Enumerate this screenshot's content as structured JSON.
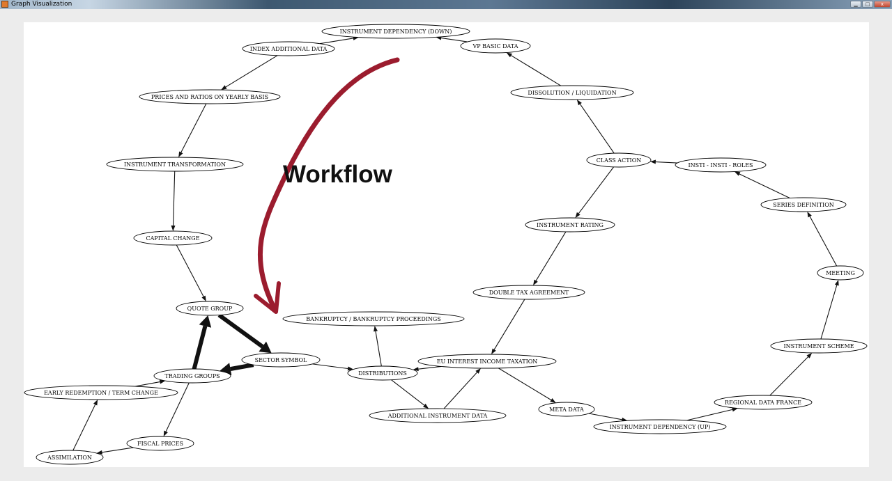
{
  "window": {
    "title": "Graph Visualization",
    "buttons": {
      "minimize": "▁",
      "maximize": "□",
      "close": "x"
    }
  },
  "annotation": {
    "text": "Workflow",
    "arrow_color": "#9b1c2e"
  },
  "edge_color": "#111111",
  "graph": {
    "nodes": [
      {
        "id": "instrument-dependency-down",
        "label": "INSTRUMENT DEPENDENCY (DOWN)"
      },
      {
        "id": "index-additional-data",
        "label": "INDEX ADDITIONAL DATA"
      },
      {
        "id": "vp-basic-data",
        "label": "VP BASIC DATA"
      },
      {
        "id": "prices-and-ratios",
        "label": "PRICES AND RATIOS ON YEARLY BASIS"
      },
      {
        "id": "dissolution-liquidation",
        "label": "DISSOLUTION / LIQUIDATION"
      },
      {
        "id": "instrument-transformation",
        "label": "INSTRUMENT TRANSFORMATION"
      },
      {
        "id": "class-action",
        "label": "CLASS ACTION"
      },
      {
        "id": "insti-roles",
        "label": "INSTI - INSTI - ROLES"
      },
      {
        "id": "series-definition",
        "label": "SERIES DEFINITION"
      },
      {
        "id": "instrument-rating",
        "label": "INSTRUMENT RATING"
      },
      {
        "id": "capital-change",
        "label": "CAPITAL CHANGE"
      },
      {
        "id": "meeting",
        "label": "MEETING"
      },
      {
        "id": "double-tax-agreement",
        "label": "DOUBLE TAX AGREEMENT"
      },
      {
        "id": "quote-group",
        "label": "QUOTE GROUP"
      },
      {
        "id": "bankruptcy",
        "label": "BANKRUPTCY / BANKRUPTCY PROCEEDINGS"
      },
      {
        "id": "instrument-scheme",
        "label": "INSTRUMENT SCHEME"
      },
      {
        "id": "sector-symbol",
        "label": "SECTOR SYMBOL"
      },
      {
        "id": "eu-interest",
        "label": "EU INTEREST INCOME TAXATION"
      },
      {
        "id": "trading-groups",
        "label": "TRADING GROUPS"
      },
      {
        "id": "distributions",
        "label": "DISTRIBUTIONS"
      },
      {
        "id": "early-redemption",
        "label": "EARLY REDEMPTION / TERM CHANGE"
      },
      {
        "id": "regional-data-france",
        "label": "REGIONAL DATA FRANCE"
      },
      {
        "id": "meta-data",
        "label": "META DATA"
      },
      {
        "id": "additional-instrument-data",
        "label": "ADDITIONAL INSTRUMENT DATA"
      },
      {
        "id": "instrument-dependency-up",
        "label": "INSTRUMENT DEPENDENCY (UP)"
      },
      {
        "id": "fiscal-prices",
        "label": "FISCAL PRICES"
      },
      {
        "id": "assimilation",
        "label": "ASSIMILATION"
      }
    ],
    "edges": [
      {
        "from": "index-additional-data",
        "to": "instrument-dependency-down"
      },
      {
        "from": "vp-basic-data",
        "to": "instrument-dependency-down"
      },
      {
        "from": "dissolution-liquidation",
        "to": "vp-basic-data"
      },
      {
        "from": "class-action",
        "to": "dissolution-liquidation"
      },
      {
        "from": "index-additional-data",
        "to": "prices-and-ratios"
      },
      {
        "from": "prices-and-ratios",
        "to": "instrument-transformation"
      },
      {
        "from": "instrument-transformation",
        "to": "capital-change"
      },
      {
        "from": "capital-change",
        "to": "quote-group"
      },
      {
        "from": "insti-roles",
        "to": "class-action"
      },
      {
        "from": "series-definition",
        "to": "insti-roles"
      },
      {
        "from": "meeting",
        "to": "series-definition"
      },
      {
        "from": "instrument-scheme",
        "to": "meeting"
      },
      {
        "from": "regional-data-france",
        "to": "instrument-scheme"
      },
      {
        "from": "instrument-dependency-up",
        "to": "regional-data-france"
      },
      {
        "from": "meta-data",
        "to": "instrument-dependency-up"
      },
      {
        "from": "eu-interest",
        "to": "meta-data"
      },
      {
        "from": "class-action",
        "to": "instrument-rating"
      },
      {
        "from": "instrument-rating",
        "to": "double-tax-agreement"
      },
      {
        "from": "double-tax-agreement",
        "to": "eu-interest"
      },
      {
        "from": "eu-interest",
        "to": "distributions"
      },
      {
        "from": "sector-symbol",
        "to": "distributions"
      },
      {
        "from": "distributions",
        "to": "bankruptcy"
      },
      {
        "from": "distributions",
        "to": "additional-instrument-data"
      },
      {
        "from": "additional-instrument-data",
        "to": "eu-interest"
      },
      {
        "from": "quote-group",
        "to": "sector-symbol",
        "heavy": true
      },
      {
        "from": "sector-symbol",
        "to": "trading-groups",
        "heavy": true
      },
      {
        "from": "trading-groups",
        "to": "quote-group",
        "heavy": true
      },
      {
        "from": "early-redemption",
        "to": "trading-groups"
      },
      {
        "from": "trading-groups",
        "to": "fiscal-prices"
      },
      {
        "from": "fiscal-prices",
        "to": "assimilation"
      },
      {
        "from": "assimilation",
        "to": "early-redemption"
      }
    ]
  }
}
